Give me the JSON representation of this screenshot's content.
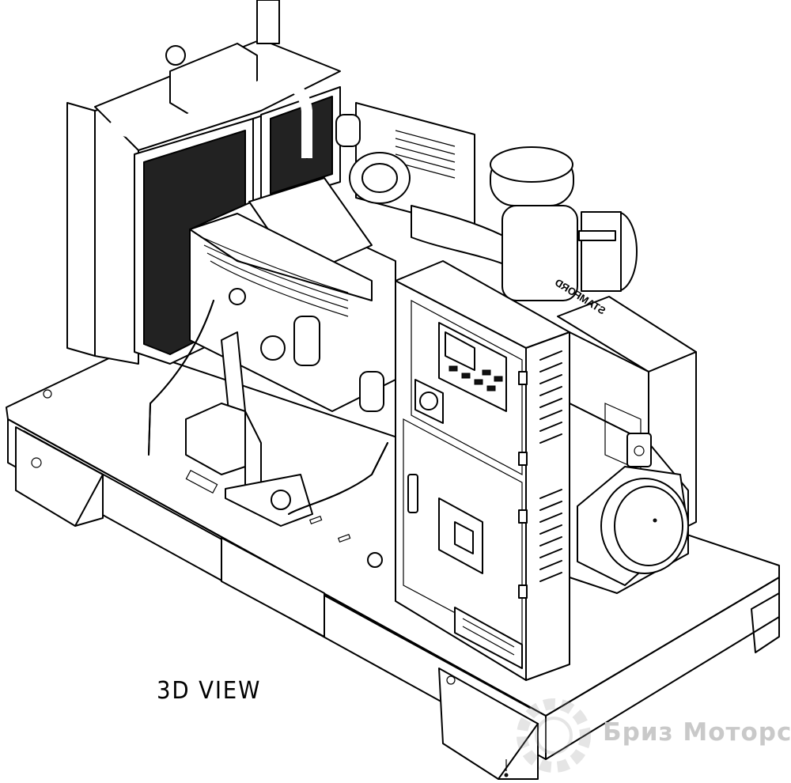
{
  "caption": "3D VIEW",
  "watermark": {
    "text": "Бриз Моторс",
    "registered_mark": "®"
  },
  "nameplate": "STAMFORD",
  "colors": {
    "line": "#000000",
    "background": "#ffffff",
    "watermark": "#c9c9c9"
  }
}
